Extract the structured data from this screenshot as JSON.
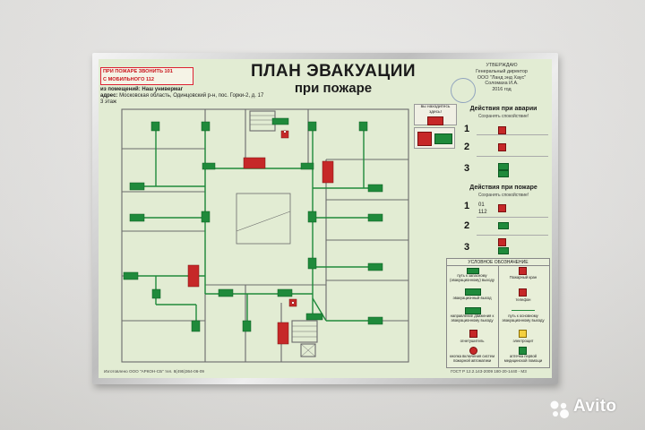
{
  "poster": {
    "red_note_line1": "ПРИ ПОЖАРЕ ЗВОНИТЬ 101",
    "red_note_line2": "С МОБИЛЬНОГО 112",
    "title": "ПЛАН ЭВАКУАЦИИ",
    "subtitle": "при пожаре",
    "approve_lines": [
      "УТВЕРЖДАЮ",
      "Генеральный директор",
      "ООО \"Ланд энд Хаус\"",
      "Соломаха И.А.",
      "2016 год"
    ],
    "premise_label": "из помещений:",
    "premise_value": "Наш универмаг",
    "address_label": "адрес:",
    "address_value": "Московская область, Одинцовский р-н, пос. Горки-2, д. 17",
    "floor": "3 этаж",
    "footer_left": "Изготовлено ООО \"АРКОН-СБ\" тел. 8(495)364-06-09",
    "footer_right": "ГОСТ Р 12.2.143-2009 180-20-1440 - М3"
  },
  "side": {
    "here_label": "вы находитесь здесь!",
    "accident_title": "Действия при аварии",
    "accident_sub": "Сохранять спокойствие!",
    "fire_title": "Действия при пожаре",
    "fire_sub": "Сохранять спокойствие!",
    "steps": [
      "1",
      "2",
      "3",
      "1",
      "2",
      "3"
    ],
    "phone_1": "01",
    "phone_2": "112"
  },
  "legend": {
    "head": "УСЛОВНОЕ ОБОЗНАЧЕНИЕ",
    "items": [
      "путь к запасному (эвакуационному) выходу",
      "Пожарный кран",
      "эвакуационный выход",
      "телефон",
      "направление движения к эвакуационному выходу",
      "путь к основному эвакуационному выходу",
      "огнетушитель",
      "электрощит",
      "кнопка включения систем пожарной автоматики",
      "аптечка первой медицинской помощи"
    ]
  },
  "watermark": {
    "brand": "Avito"
  },
  "colors": {
    "poster_bg": "#e2ecd3",
    "route_green": "#1f8a3b",
    "alert_red": "#c9141b",
    "wall_line": "#6b6b6b"
  }
}
